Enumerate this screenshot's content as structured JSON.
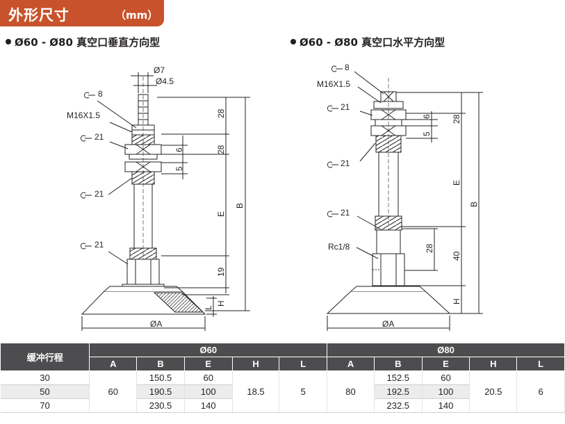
{
  "header": {
    "title": "外形尺寸",
    "unit": "（mm）"
  },
  "left_drawing": {
    "title": "Ø60 - Ø80 真空口垂直方向型",
    "labels": {
      "hose_od": "Ø7",
      "hose_id": "Ø4.5",
      "wrench_top": "8",
      "thread": "M16X1.5",
      "wrench_nut1": "21",
      "wrench_nut2": "21",
      "wrench_nut3": "21",
      "dim_28a": "28",
      "dim_28b": "28",
      "dim_6": "6",
      "dim_5": "5",
      "dim_E": "E",
      "dim_B": "B",
      "dim_19": "19",
      "dim_H": "H",
      "dim_L": "L",
      "dim_A": "ØA"
    }
  },
  "right_drawing": {
    "title": "Ø60 - Ø80 真空口水平方向型",
    "labels": {
      "wrench_top": "8",
      "thread": "M16X1.5",
      "wrench_nut1": "21",
      "wrench_nut2": "21",
      "wrench_nut3": "21",
      "port": "Rc1/8",
      "dim_28a": "28",
      "dim_6": "6",
      "dim_5": "5",
      "dim_E": "E",
      "dim_B": "B",
      "dim_28b": "28",
      "dim_40": "40",
      "dim_H": "H",
      "dim_A": "ØA"
    }
  },
  "table": {
    "stroke_header": "缓冲行程",
    "groups": [
      "Ø60",
      "Ø80"
    ],
    "cols": [
      "A",
      "B",
      "E",
      "H",
      "L"
    ],
    "strokes": [
      "30",
      "50",
      "70"
    ],
    "d60": {
      "A": "60",
      "B": [
        "150.5",
        "190.5",
        "230.5"
      ],
      "E": [
        "60",
        "100",
        "140"
      ],
      "H": "18.5",
      "L": "5"
    },
    "d80": {
      "A": "80",
      "B": [
        "152.5",
        "192.5",
        "232.5"
      ],
      "E": [
        "60",
        "100",
        "140"
      ],
      "H": "20.5",
      "L": "6"
    }
  },
  "colors": {
    "accent": "#c8522b",
    "table_header": "#4d4d4f",
    "row_alt": "#ececec"
  }
}
